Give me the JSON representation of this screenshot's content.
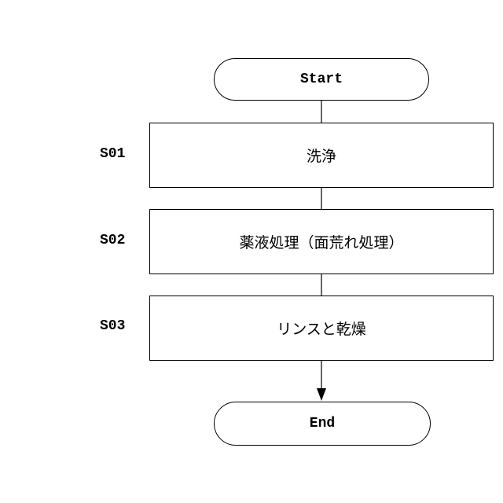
{
  "flowchart": {
    "start": {
      "label": "Start"
    },
    "steps": [
      {
        "id": "S01",
        "label": "洗浄"
      },
      {
        "id": "S02",
        "label": "薬液処理（面荒れ処理）"
      },
      {
        "id": "S03",
        "label": "リンスと乾燥"
      }
    ],
    "end": {
      "label": "End"
    }
  }
}
